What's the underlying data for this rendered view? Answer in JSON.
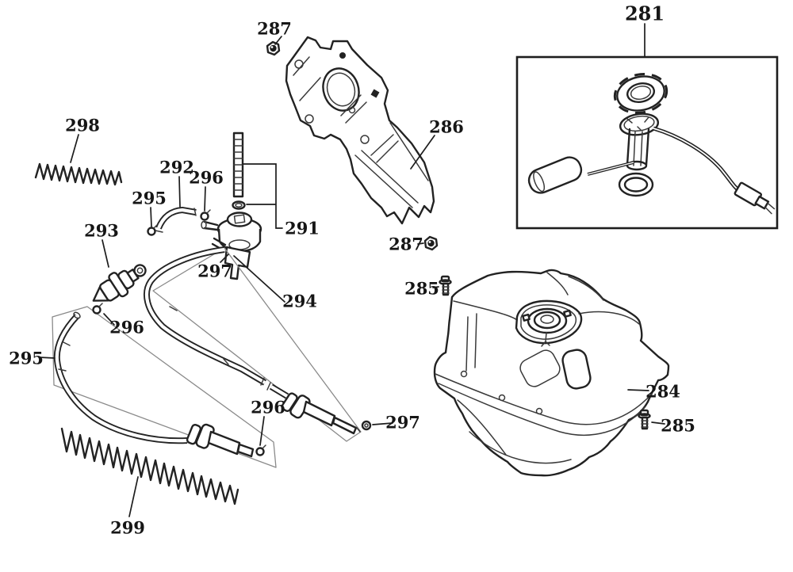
{
  "figure": {
    "type": "exploded-parts-diagram",
    "subject": "fuel tank, fuel valve, fuel level sender, hoses and springs",
    "background": "#ffffff",
    "ink_color": "#222222"
  },
  "labels": {
    "l287a": "287",
    "l281": "281",
    "l286": "286",
    "l287b": "287",
    "l285a": "285",
    "l284": "284",
    "l285b": "285",
    "l291": "291",
    "l292": "292",
    "l296a": "296",
    "l295a": "295",
    "l293": "293",
    "l298": "298",
    "l295b": "295",
    "l296b": "296",
    "l294": "294",
    "l297a": "297",
    "l296c": "296",
    "l297b": "297",
    "l299": "299"
  }
}
